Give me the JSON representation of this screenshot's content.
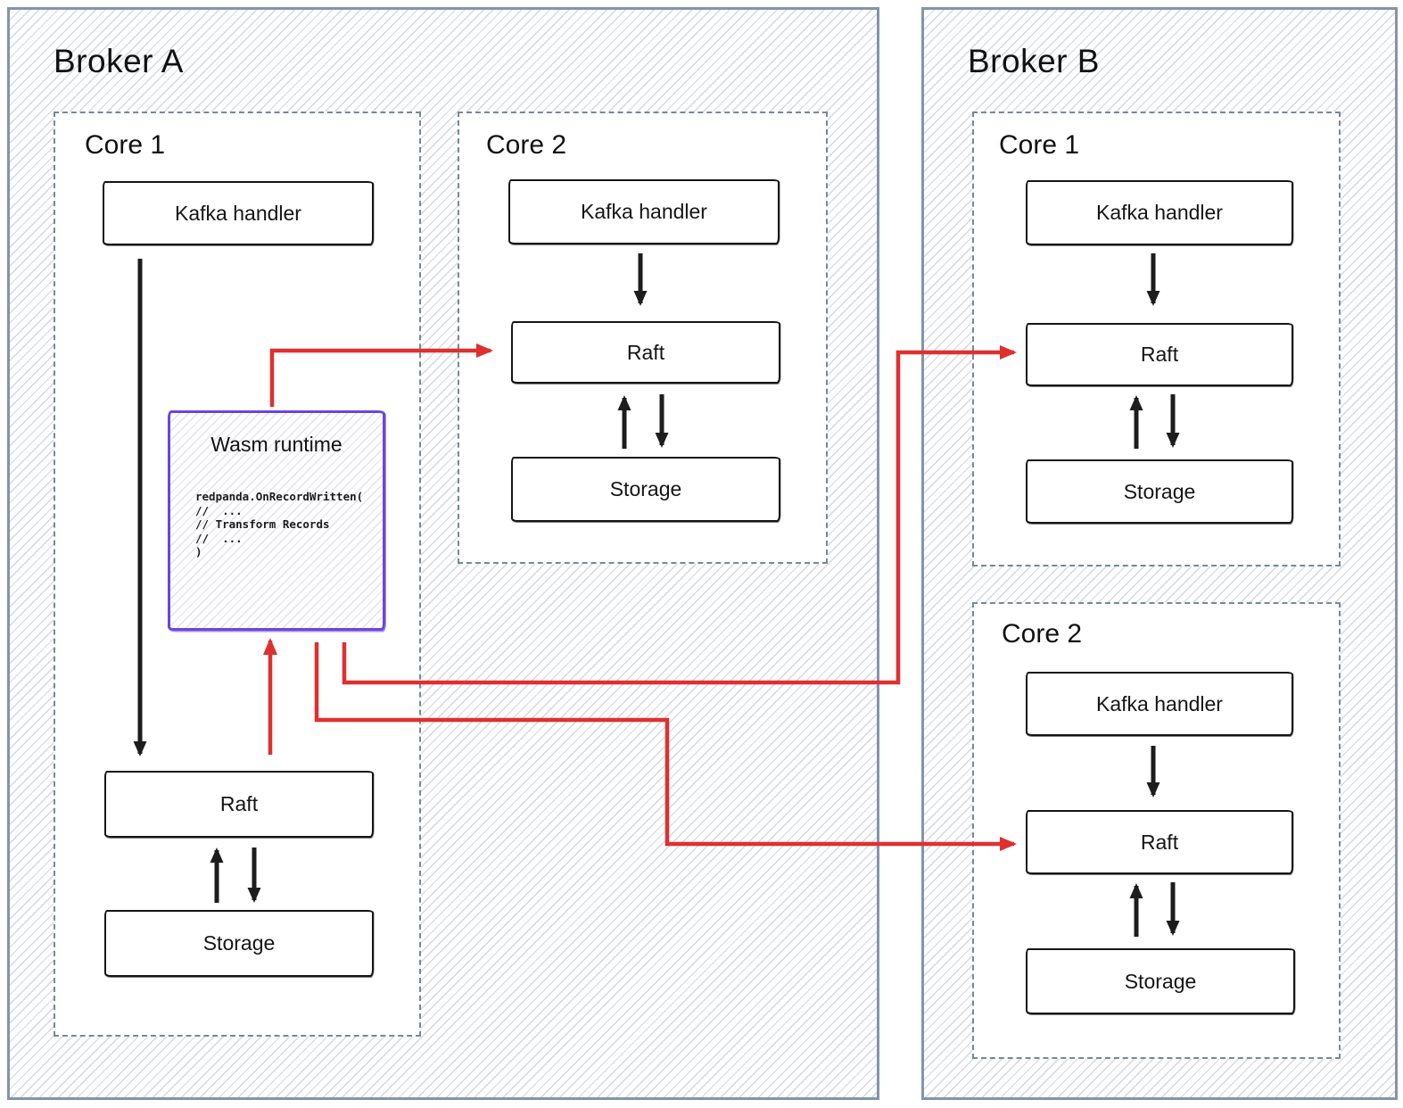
{
  "brokerA": {
    "title": "Broker A",
    "core1": {
      "label": "Core 1",
      "kafka": "Kafka handler",
      "raft": "Raft",
      "storage": "Storage"
    },
    "core2": {
      "label": "Core 2",
      "kafka": "Kafka handler",
      "raft": "Raft",
      "storage": "Storage"
    }
  },
  "brokerB": {
    "title": "Broker B",
    "core1": {
      "label": "Core 1",
      "kafka": "Kafka handler",
      "raft": "Raft",
      "storage": "Storage"
    },
    "core2": {
      "label": "Core 2",
      "kafka": "Kafka handler",
      "raft": "Raft",
      "storage": "Storage"
    }
  },
  "wasm": {
    "title": "Wasm runtime",
    "code": "redpanda.OnRecordWritten(\n//  ...\n// Transform Records\n//  ...\n)"
  },
  "colors": {
    "arrow_red": "#e02f2f",
    "arrow_black": "#1d1d1d",
    "wasm_purple": "#6b46dd",
    "broker_border": "#8494ac",
    "core_border": "#76879f"
  }
}
